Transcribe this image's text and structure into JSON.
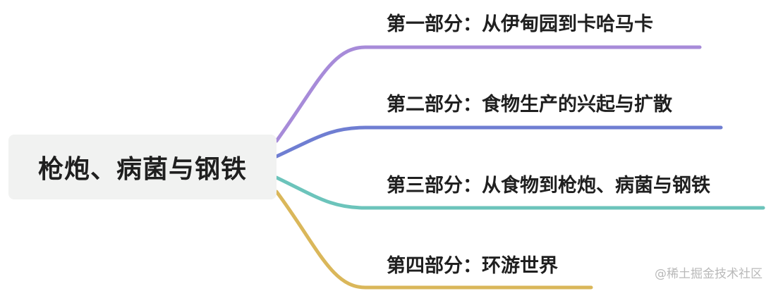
{
  "root": {
    "label": "枪炮、病菌与钢铁"
  },
  "branches": [
    {
      "label": "第一部分：从伊甸园到卡哈马卡",
      "color": "#a78bd9"
    },
    {
      "label": "第二部分：食物生产的兴起与扩散",
      "color": "#6f7ed2"
    },
    {
      "label": "第三部分：从食物到枪炮、病菌与钢铁",
      "color": "#6cc4bb"
    },
    {
      "label": "第四部分：环游世界",
      "color": "#dab75a"
    }
  ],
  "watermark": "@稀土掘金技术社区"
}
